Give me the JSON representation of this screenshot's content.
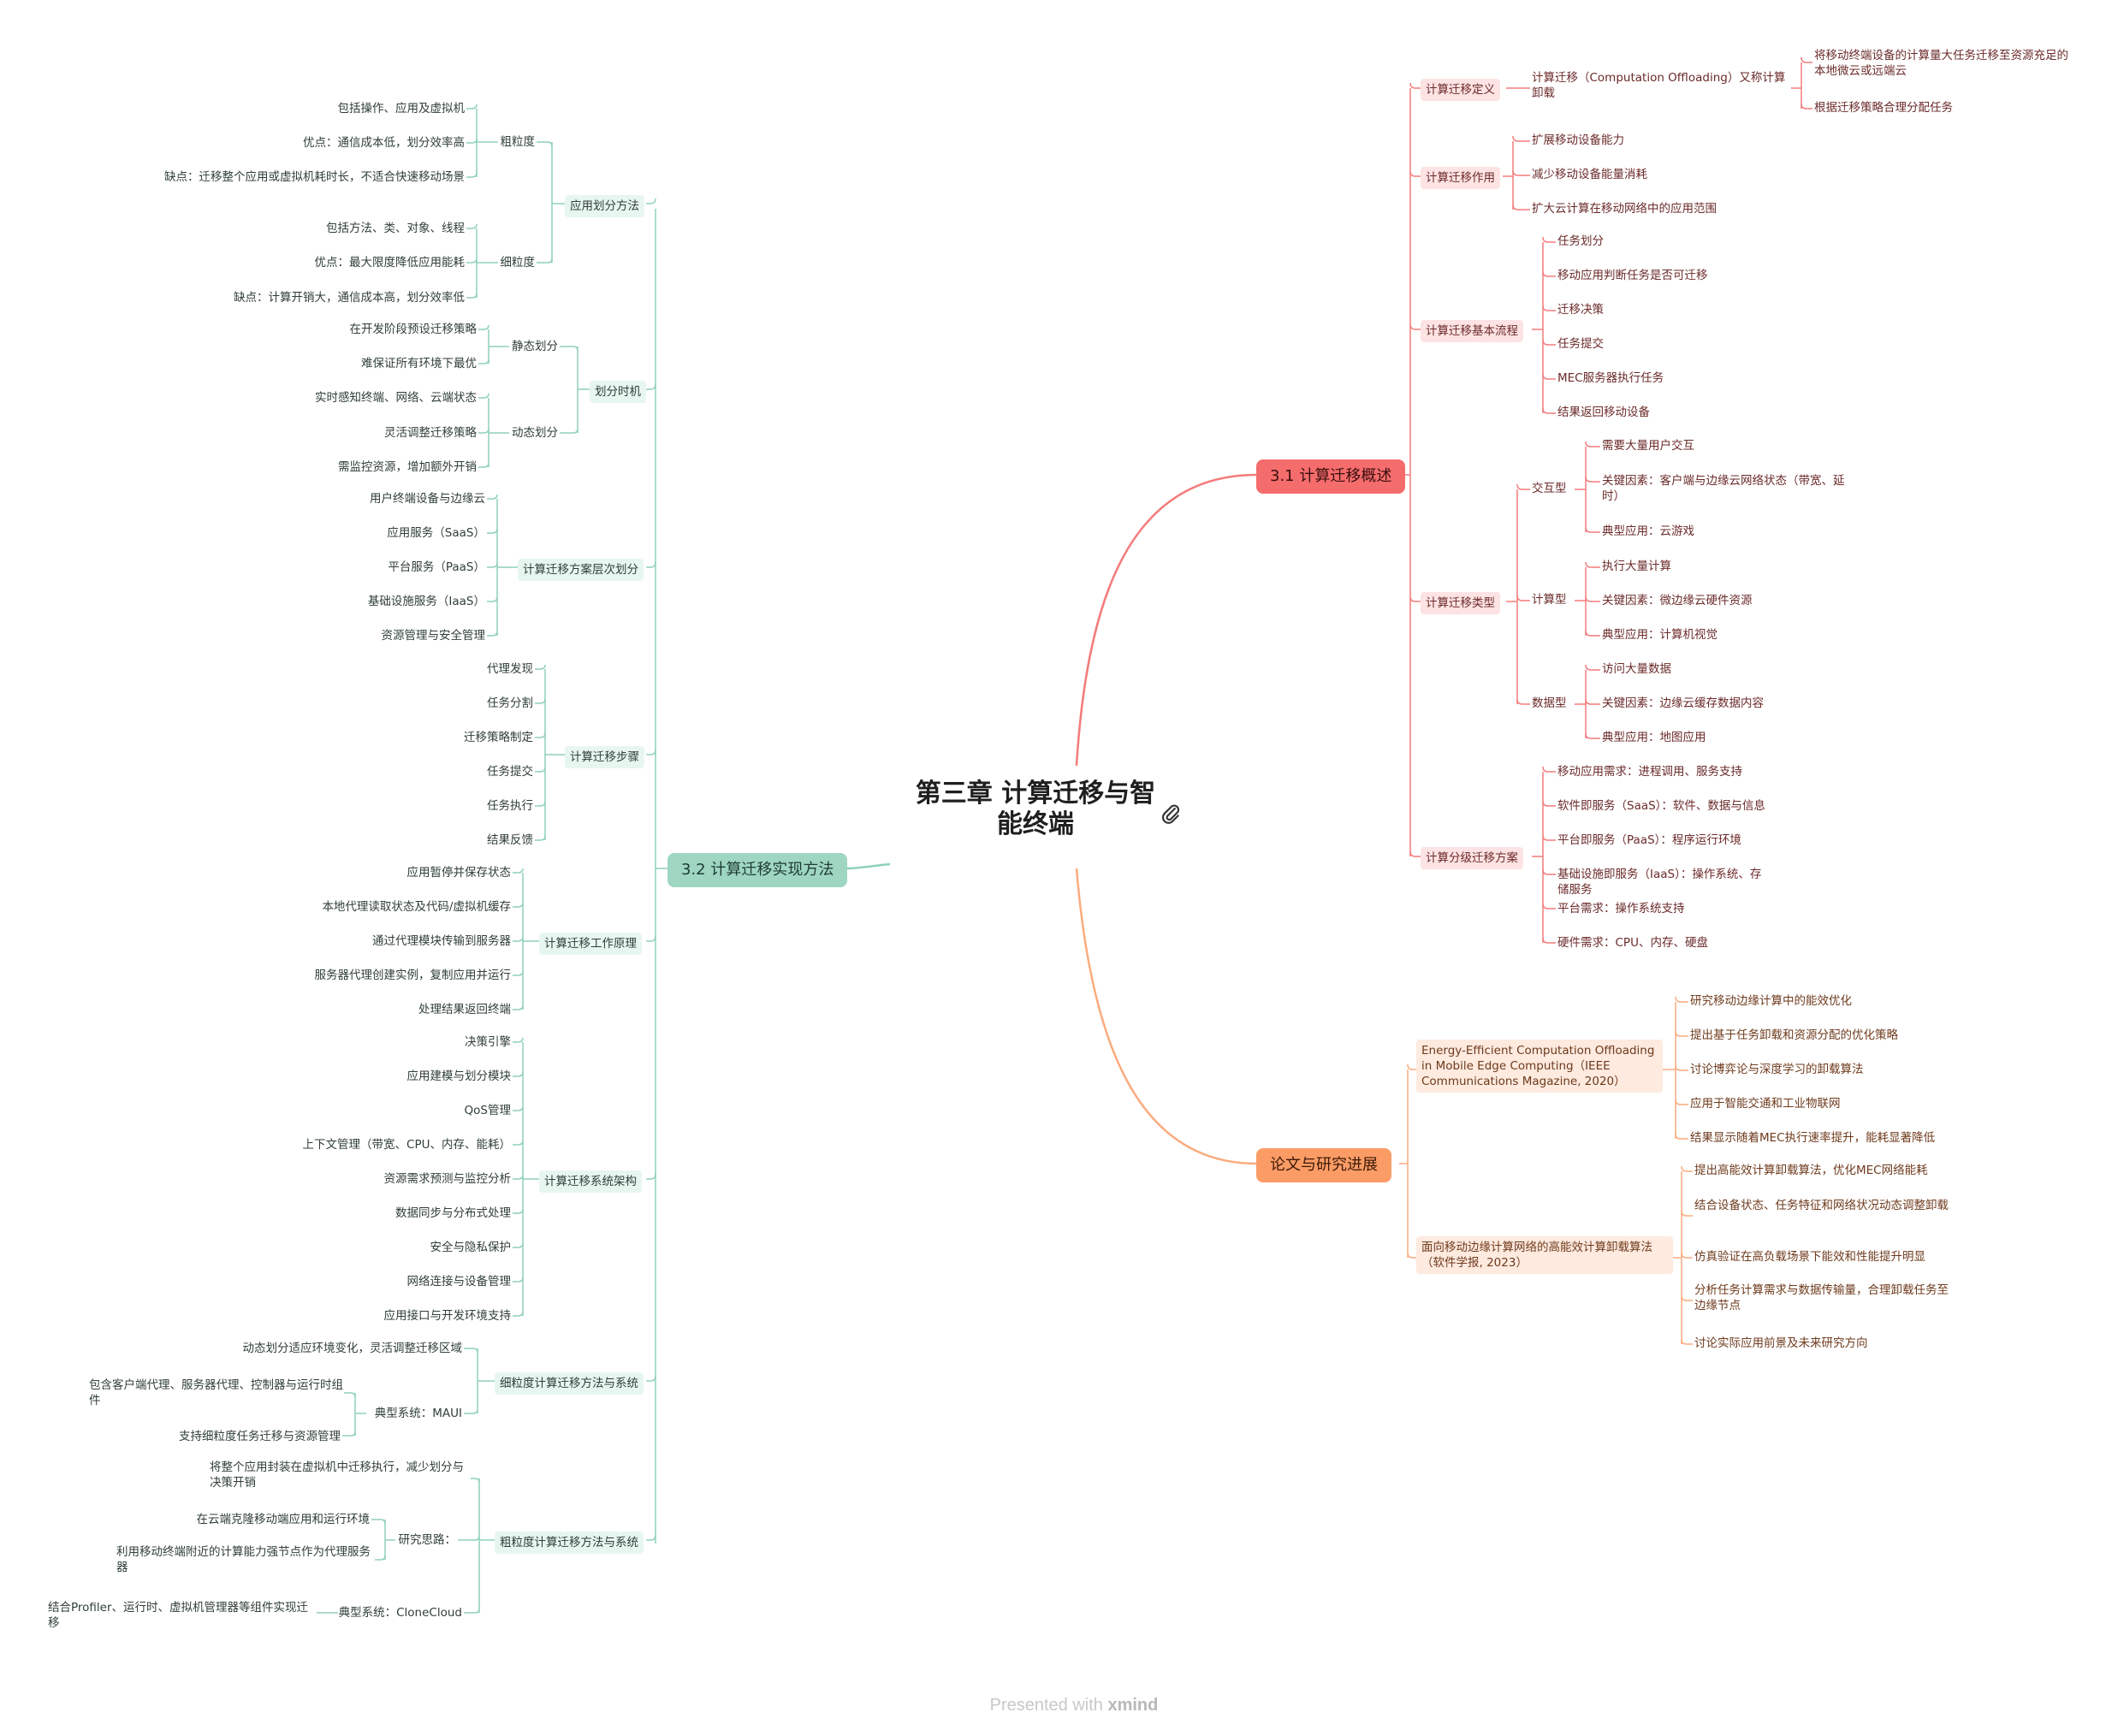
{
  "root": {
    "title": "第三章 计算迁移与智能终端"
  },
  "branches": {
    "overview": {
      "label": "3.1 计算迁移概述",
      "definition": {
        "label": "计算迁移定义",
        "term": "计算迁移（Computation Offloading）又称计算卸载",
        "points": [
          "将移动终端设备的计算量大任务迁移至资源充足的本地微云或远端云",
          "根据迁移策略合理分配任务"
        ]
      },
      "role": {
        "label": "计算迁移作用",
        "items": [
          "扩展移动设备能力",
          "减少移动设备能量消耗",
          "扩大云计算在移动网络中的应用范围"
        ]
      },
      "flow": {
        "label": "计算迁移基本流程",
        "items": [
          "任务划分",
          "移动应用判断任务是否可迁移",
          "迁移决策",
          "任务提交",
          "MEC服务器执行任务",
          "结果返回移动设备"
        ]
      },
      "types": {
        "label": "计算迁移类型",
        "interactive": {
          "label": "交互型",
          "items": [
            "需要大量用户交互",
            "关键因素：客户端与边缘云网络状态（带宽、延时）",
            "典型应用：云游戏"
          ]
        },
        "compute": {
          "label": "计算型",
          "items": [
            "执行大量计算",
            "关键因素：微边缘云硬件资源",
            "典型应用：计算机视觉"
          ]
        },
        "data": {
          "label": "数据型",
          "items": [
            "访问大量数据",
            "关键因素：边缘云缓存数据内容",
            "典型应用：地图应用"
          ]
        }
      },
      "levels": {
        "label": "计算分级迁移方案",
        "items": [
          "移动应用需求：进程调用、服务支持",
          "软件即服务（SaaS）：软件、数据与信息",
          "平台即服务（PaaS）：程序运行环境",
          "基础设施即服务（IaaS）：操作系统、存储服务",
          "平台需求：操作系统支持",
          "硬件需求：CPU、内存、硬盘"
        ]
      }
    },
    "papers": {
      "label": "论文与研究进展",
      "paper1": {
        "label": "Energy-Efficient Computation Offloading in Mobile Edge Computing（IEEE Communications Magazine, 2020）",
        "items": [
          "研究移动边缘计算中的能效优化",
          "提出基于任务卸载和资源分配的优化策略",
          "讨论博弈论与深度学习的卸载算法",
          "应用于智能交通和工业物联网",
          "结果显示随着MEC执行速率提升，能耗显著降低"
        ]
      },
      "paper2": {
        "label": "面向移动边缘计算网络的高能效计算卸载算法（软件学报, 2023）",
        "items": [
          "提出高能效计算卸载算法，优化MEC网络能耗",
          "结合设备状态、任务特征和网络状况动态调整卸载",
          "仿真验证在高负载场景下能效和性能提升明显",
          "分析任务计算需求与数据传输量，合理卸载任务至边缘节点",
          "讨论实际应用前景及未来研究方向"
        ]
      }
    },
    "implementation": {
      "label": "3.2 计算迁移实现方法",
      "partition_methods": {
        "label": "应用划分方法",
        "coarse": {
          "label": "粗粒度",
          "items": [
            "包括操作、应用及虚拟机",
            "优点：通信成本低，划分效率高",
            "缺点：迁移整个应用或虚拟机耗时长，不适合快速移动场景"
          ]
        },
        "fine": {
          "label": "细粒度",
          "items": [
            "包括方法、类、对象、线程",
            "优点：最大限度降低应用能耗",
            "缺点：计算开销大，通信成本高，划分效率低"
          ]
        }
      },
      "timing": {
        "label": "划分时机",
        "static": {
          "label": "静态划分",
          "items": [
            "在开发阶段预设迁移策略",
            "难保证所有环境下最优"
          ]
        },
        "dynamic": {
          "label": "动态划分",
          "items": [
            "实时感知终端、网络、云端状态",
            "灵活调整迁移策略",
            "需监控资源，增加额外开销"
          ]
        }
      },
      "layers": {
        "label": "计算迁移方案层次划分",
        "items": [
          "用户终端设备与边缘云",
          "应用服务（SaaS）",
          "平台服务（PaaS）",
          "基础设施服务（IaaS）",
          "资源管理与安全管理"
        ]
      },
      "steps": {
        "label": "计算迁移步骤",
        "items": [
          "代理发现",
          "任务分割",
          "迁移策略制定",
          "任务提交",
          "任务执行",
          "结果反馈"
        ]
      },
      "principle": {
        "label": "计算迁移工作原理",
        "items": [
          "应用暂停并保存状态",
          "本地代理读取状态及代码/虚拟机缓存",
          "通过代理模块传输到服务器",
          "服务器代理创建实例，复制应用并运行",
          "处理结果返回终端"
        ]
      },
      "architecture": {
        "label": "计算迁移系统架构",
        "items": [
          "决策引擎",
          "应用建模与划分模块",
          "QoS管理",
          "上下文管理（带宽、CPU、内存、能耗）",
          "资源需求预测与监控分析",
          "数据同步与分布式处理",
          "安全与隐私保护",
          "网络连接与设备管理",
          "应用接口与开发环境支持"
        ]
      },
      "fine_grained": {
        "label": "细粒度计算迁移方法与系统",
        "desc": "动态划分适应环境变化，灵活调整迁移区域",
        "system": {
          "label": "典型系统：MAUI",
          "items": [
            "包含客户端代理、服务器代理、控制器与运行时组件",
            "支持细粒度任务迁移与资源管理"
          ]
        }
      },
      "coarse_grained": {
        "label": "粗粒度计算迁移方法与系统",
        "desc": "将整个应用封装在虚拟机中迁移执行，减少划分与决策开销",
        "idea": {
          "label": "研究思路：",
          "items": [
            "在云端克隆移动端应用和运行环境",
            "利用移动终端附近的计算能力强节点作为代理服务器"
          ]
        },
        "system": {
          "label": "典型系统：CloneCloud",
          "items": [
            "结合Profiler、运行时、虚拟机管理器等组件实现迁移"
          ]
        }
      }
    }
  },
  "footer": {
    "prefix": "Presented with",
    "brand": "xmind"
  },
  "colors": {
    "teal": "#9ed6c2",
    "teal_line": "#8fd1b9",
    "red": "#f56c6c",
    "orange": "#fb9c66"
  },
  "icons": {
    "attachment": "paperclip-icon"
  }
}
